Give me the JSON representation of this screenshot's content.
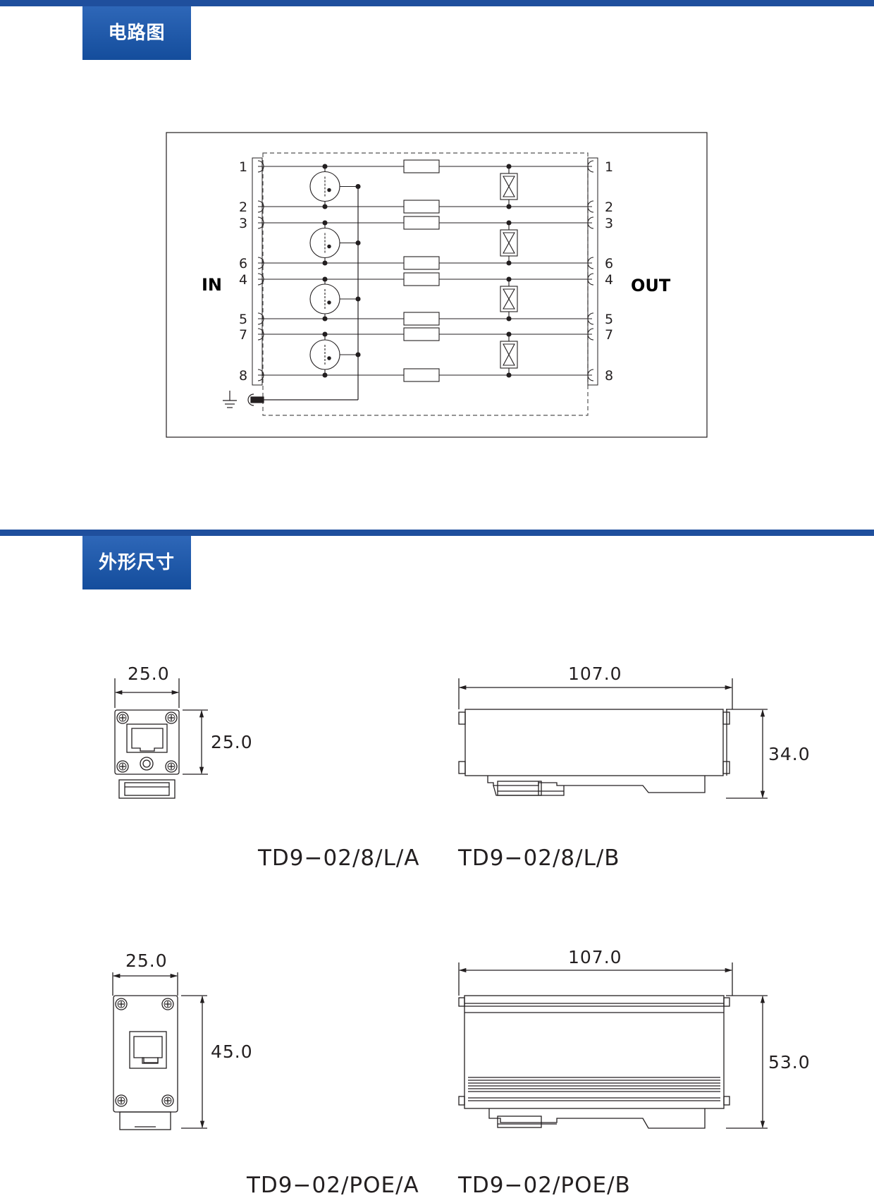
{
  "sections": {
    "circuit_title": "电路图",
    "dimensions_title": "外形尺寸"
  },
  "circuit": {
    "in_label": "IN",
    "out_label": "OUT",
    "pins": [
      "1",
      "2",
      "3",
      "6",
      "4",
      "5",
      "7",
      "8"
    ]
  },
  "dimensions": {
    "row1": {
      "front_width": "25.0",
      "front_height": "25.0",
      "side_length": "107.0",
      "side_height": "34.0",
      "model_a": "TD9−02/8/L/A",
      "model_b": "TD9−02/8/L/B"
    },
    "row2": {
      "front_width": "25.0",
      "front_height": "45.0",
      "side_length": "107.0",
      "side_height": "53.0",
      "model_a": "TD9−02/POE/A",
      "model_b": "TD9−02/POE/B"
    }
  },
  "colors": {
    "accent": "#1f4f9d",
    "ink": "#231f20"
  }
}
